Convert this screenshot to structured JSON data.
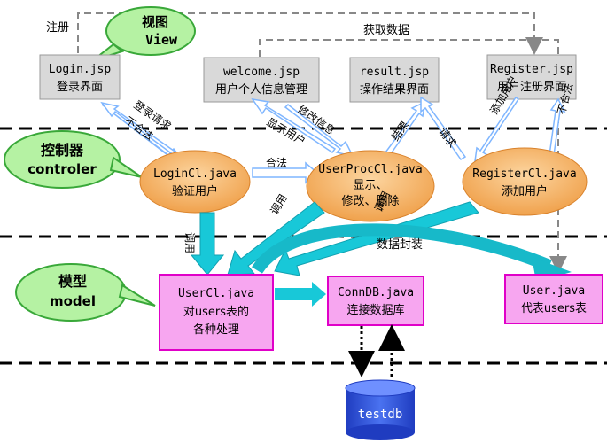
{
  "layers": {
    "view": {
      "line1": "视图",
      "line2": "View"
    },
    "controller": {
      "line1": "控制器",
      "line2": "controler"
    },
    "model": {
      "line1": "模型",
      "line2": "model"
    }
  },
  "jsp": {
    "login": {
      "name": "Login.jsp",
      "desc": "登录界面"
    },
    "welcome": {
      "name": "welcome.jsp",
      "desc": "用户个人信息管理"
    },
    "result": {
      "name": "result.jsp",
      "desc": "操作结果界面"
    },
    "register": {
      "name": "Register.jsp",
      "desc": "用户注册界面"
    }
  },
  "controllers": {
    "login": {
      "name": "LoginCl.java",
      "desc": "验证用户"
    },
    "userproc": {
      "name": "UserProcCl.java",
      "desc1": "显示、",
      "desc2": "修改、删除"
    },
    "register": {
      "name": "RegisterCl.java",
      "desc": "添加用户"
    }
  },
  "models": {
    "usercl": {
      "name": "UserCl.java",
      "desc1": "对users表的",
      "desc2": "各种处理"
    },
    "conndb": {
      "name": "ConnDB.java",
      "desc": "连接数据库"
    },
    "user": {
      "name": "User.java",
      "desc": "代表users表"
    }
  },
  "database": {
    "name": "testdb"
  },
  "labels": {
    "register_link": "注册",
    "fetch_data": "获取数据",
    "login_request": "登录请求",
    "illegal": "不合法",
    "legal": "合法",
    "display_user": "显示用户",
    "modify_info": "修改信息",
    "result": "结果",
    "illegal2": "不合法",
    "wrap_data": "数据封装",
    "call": "调用",
    "add_user": "添加用户",
    "request": "请求"
  },
  "colors": {
    "view_box": "#d9d9d9",
    "controller_fill": "#f7b56b",
    "model_box": "#f7a6f0",
    "model_border": "#e000c8",
    "cloud": "#b5f2a3",
    "cyan_arrow": "#18c8d8",
    "db": "#2b4fd8"
  }
}
